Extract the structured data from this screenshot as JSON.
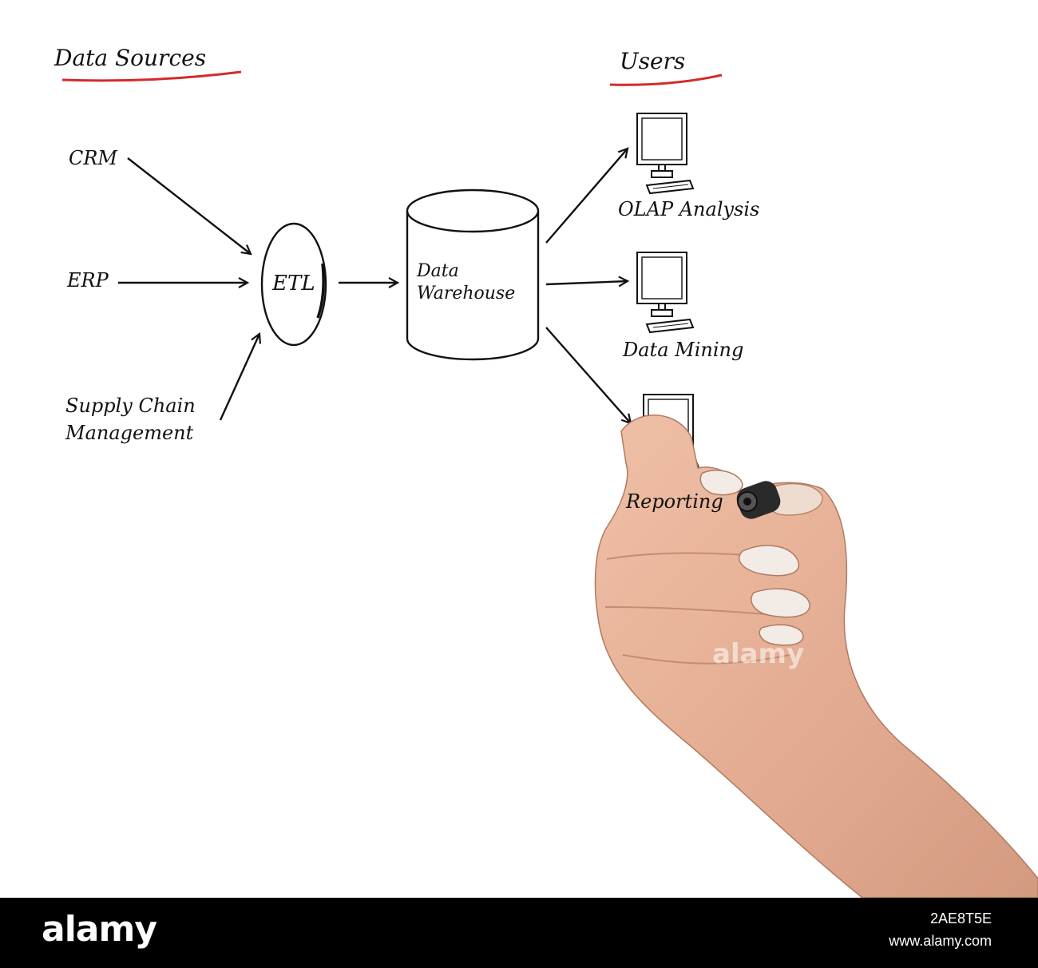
{
  "headings": {
    "sources": "Data Sources",
    "users": "Users"
  },
  "sources": {
    "crm": "CRM",
    "erp": "ERP",
    "scm_line1": "Supply Chain",
    "scm_line2": "Management"
  },
  "process": {
    "etl": "ETL"
  },
  "storage": {
    "line1": "Data",
    "line2": "Warehouse"
  },
  "outputs": {
    "olap": "OLAP Analysis",
    "mining": "Data Mining",
    "reporting": "Reporting"
  },
  "watermark": "alamy",
  "footer": {
    "brand": "alamy",
    "image_id": "2AE8T5E",
    "url": "www.alamy.com"
  },
  "colors": {
    "underline": "#d42a2a",
    "ink": "#111111",
    "skin": "#e6b29a",
    "footer_bg": "#000000"
  }
}
